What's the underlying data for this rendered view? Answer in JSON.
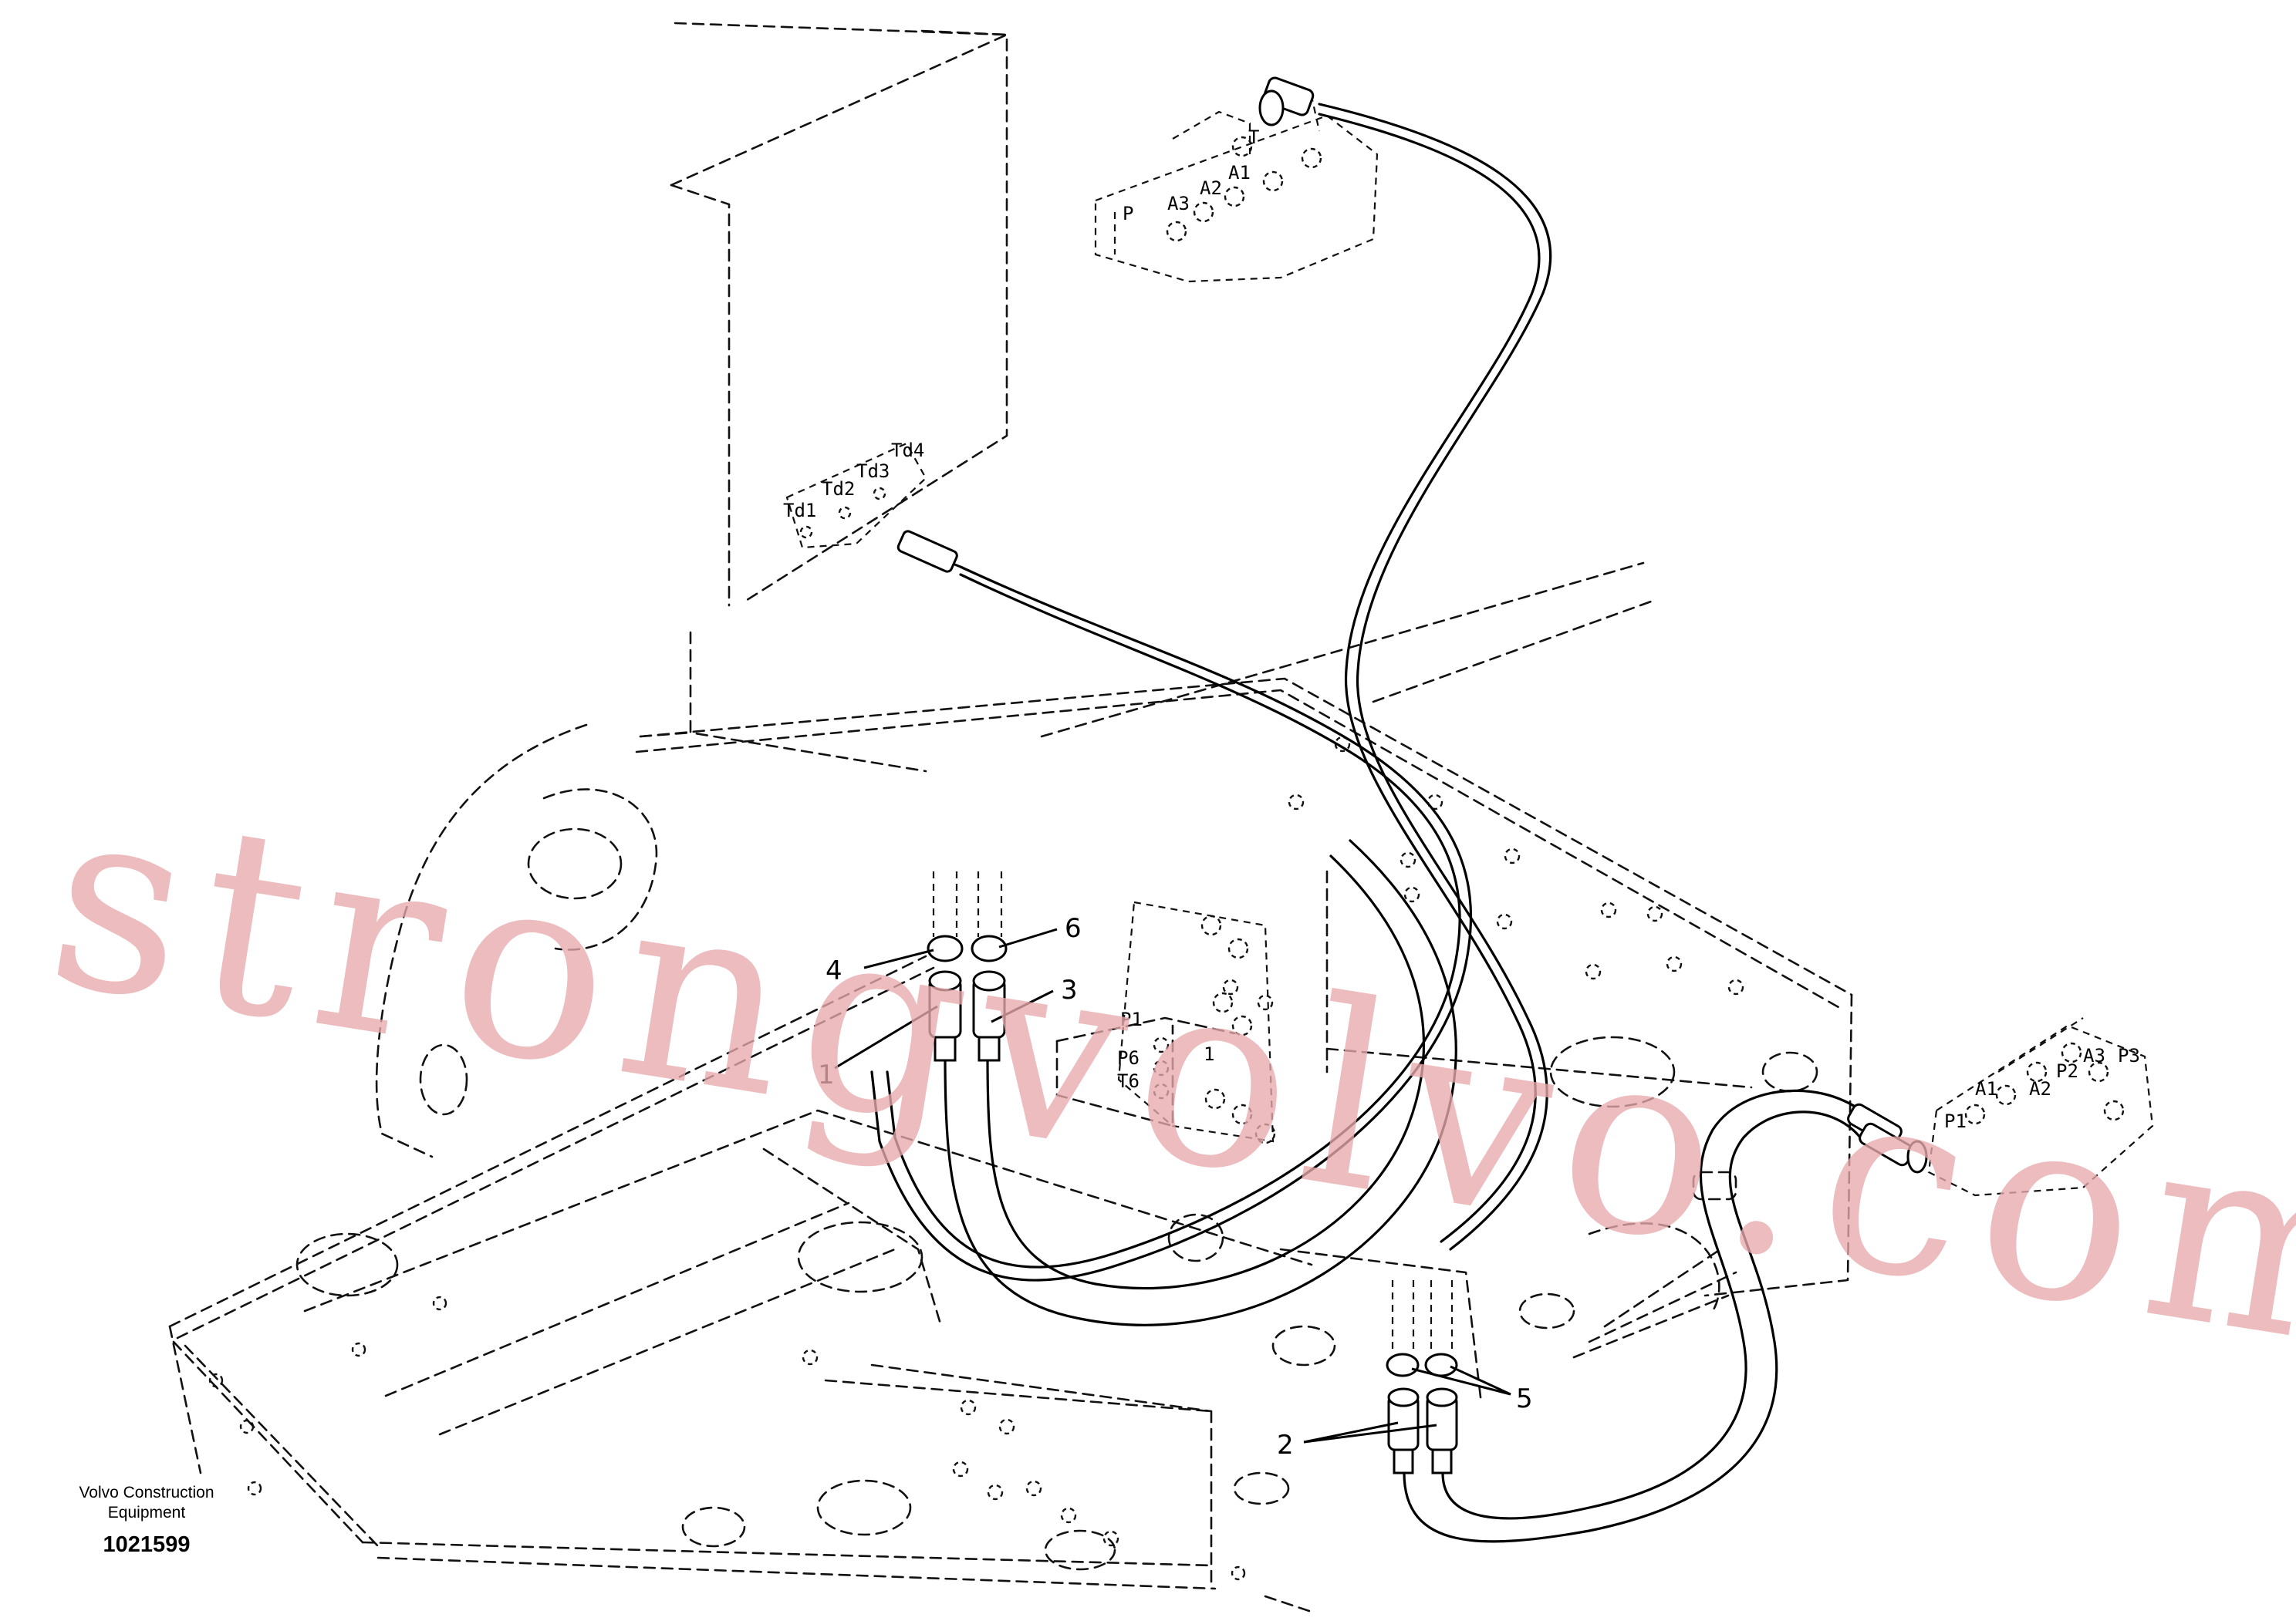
{
  "watermark": "strongvolvo.com",
  "title_block": {
    "company_line1": "Volvo Construction",
    "company_line2": "Equipment",
    "drawing_number": "1021599"
  },
  "callouts": [
    {
      "id": "1",
      "label": "1"
    },
    {
      "id": "2",
      "label": "2"
    },
    {
      "id": "3",
      "label": "3"
    },
    {
      "id": "4",
      "label": "4"
    },
    {
      "id": "5",
      "label": "5"
    },
    {
      "id": "6",
      "label": "6"
    }
  ],
  "port_labels": {
    "top_valve": [
      "T",
      "A1",
      "A2",
      "A3",
      "P"
    ],
    "travel_block": [
      "Td1",
      "Td2",
      "Td3",
      "Td4"
    ],
    "center_block": [
      "P1",
      "P6",
      "T6",
      "1"
    ],
    "right_valve": [
      "A1",
      "P2",
      "A3",
      "P3",
      "P1",
      "A2"
    ]
  }
}
